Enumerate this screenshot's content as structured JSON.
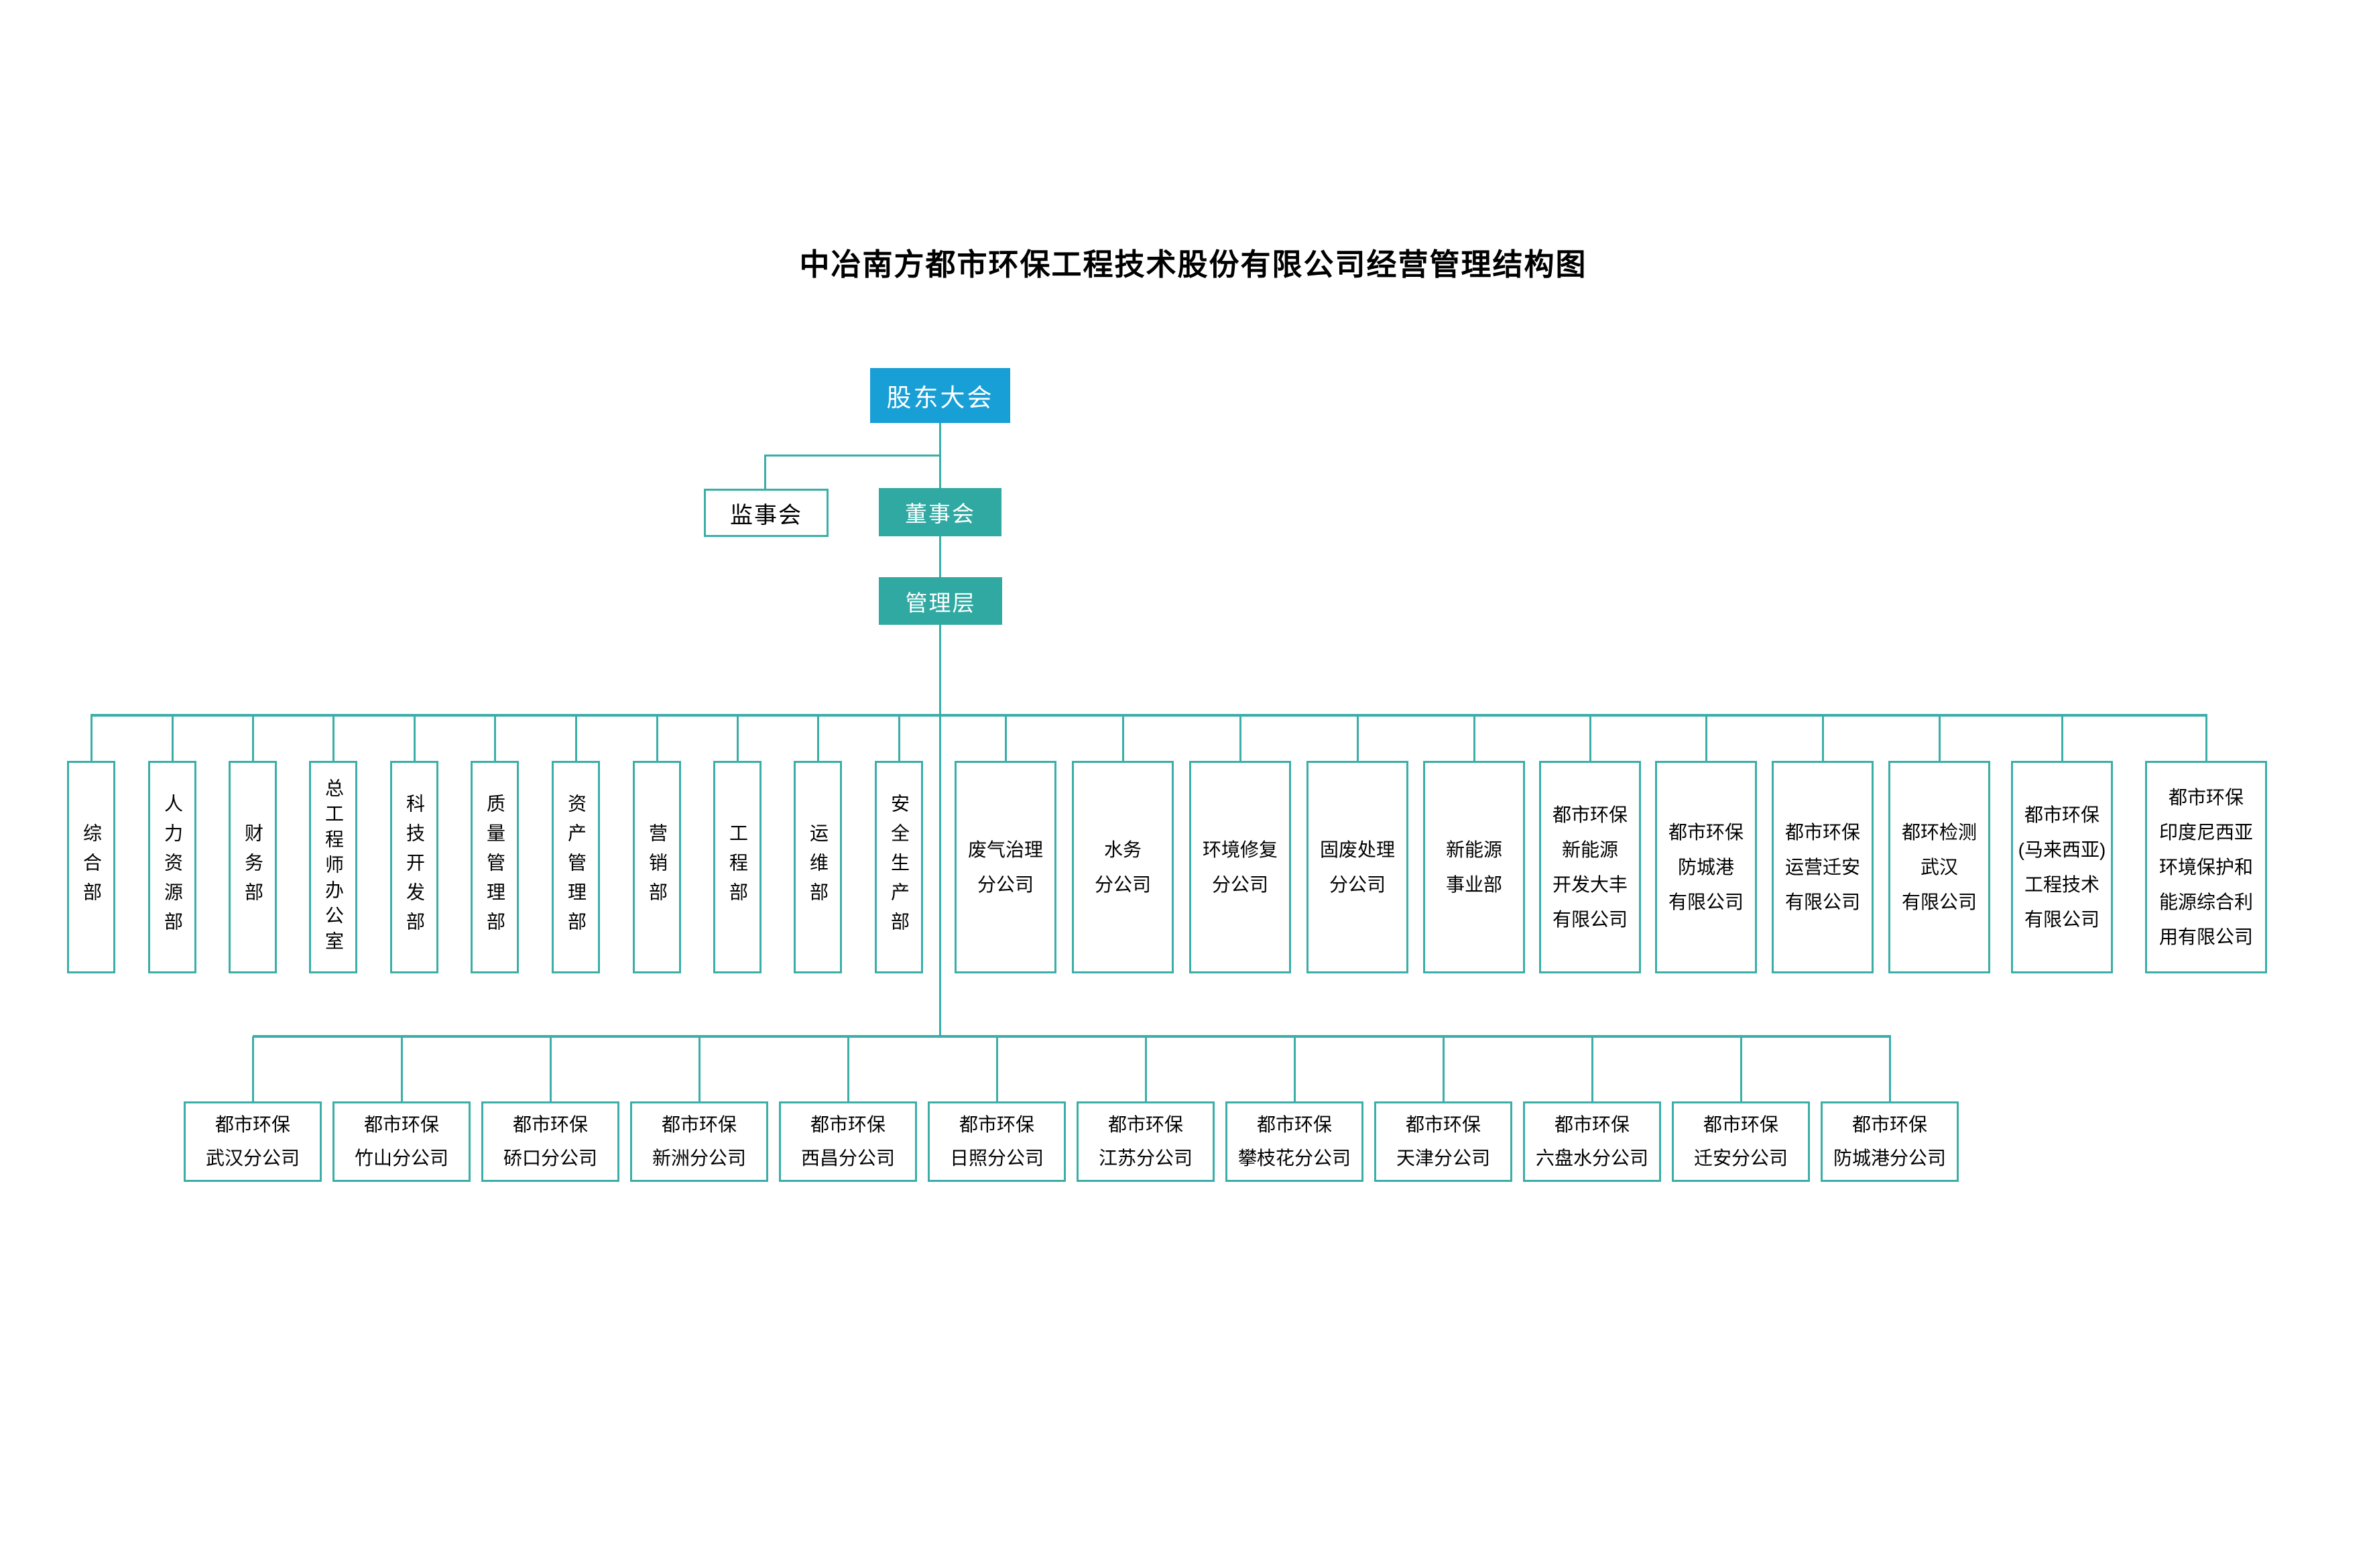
{
  "title": "中冶南方都市环保工程技术股份有限公司经营管理结构图",
  "colors": {
    "accent_blue": "#189fd6",
    "accent_teal": "#2fa9a1",
    "connector": "#3aaea7"
  },
  "governance": {
    "shareholders": "股东大会",
    "supervisory_board": "监事会",
    "board_of_directors": "董事会",
    "management": "管理层"
  },
  "departments": [
    "综合部",
    "人力资源部",
    "财务部",
    "总工程师办公室",
    "科技开发部",
    "质量管理部",
    "资产管理部",
    "营销部",
    "工程部",
    "运维部",
    "安全生产部"
  ],
  "subsidiaries": [
    "废气治理\n分公司",
    "水务\n分公司",
    "环境修复\n分公司",
    "固废处理\n分公司",
    "新能源\n事业部",
    "都市环保\n新能源\n开发大丰\n有限公司",
    "都市环保\n防城港\n有限公司",
    "都市环保\n运营迁安\n有限公司",
    "都环检测\n武汉\n有限公司",
    "都市环保\n(马来西亚)\n工程技术\n有限公司",
    "都市环保\n印度尼西亚\n环境保护和\n能源综合利\n用有限公司"
  ],
  "branches": [
    "都市环保\n武汉分公司",
    "都市环保\n竹山分公司",
    "都市环保\n硚口分公司",
    "都市环保\n新洲分公司",
    "都市环保\n西昌分公司",
    "都市环保\n日照分公司",
    "都市环保\n江苏分公司",
    "都市环保\n攀枝花分公司",
    "都市环保\n天津分公司",
    "都市环保\n六盘水分公司",
    "都市环保\n迁安分公司",
    "都市环保\n防城港分公司"
  ]
}
